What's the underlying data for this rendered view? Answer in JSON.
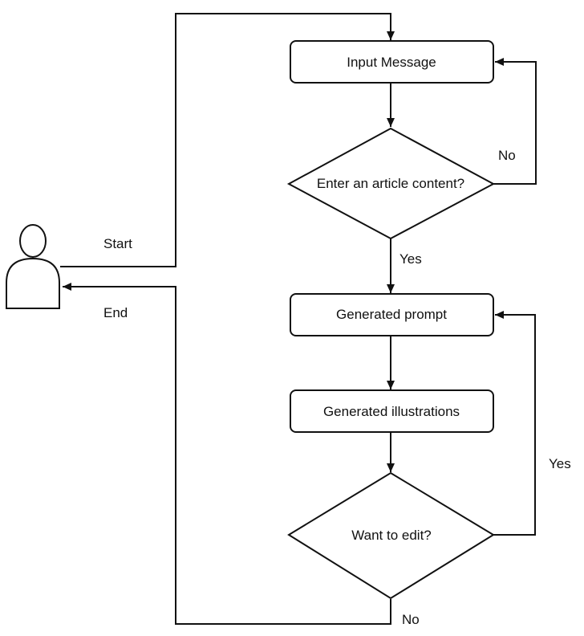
{
  "nodes": {
    "input_message": "Input Message",
    "article_decision": "Enter an article content?",
    "generated_prompt": "Generated prompt",
    "generated_illustrations": "Generated illustrations",
    "edit_decision": "Want to edit?"
  },
  "labels": {
    "start": "Start",
    "end": "End",
    "article_no": "No",
    "article_yes": "Yes",
    "edit_yes": "Yes",
    "edit_no": "No"
  },
  "icons": {
    "user": "user-icon"
  },
  "colors": {
    "stroke": "#111111",
    "fill": "#ffffff"
  }
}
